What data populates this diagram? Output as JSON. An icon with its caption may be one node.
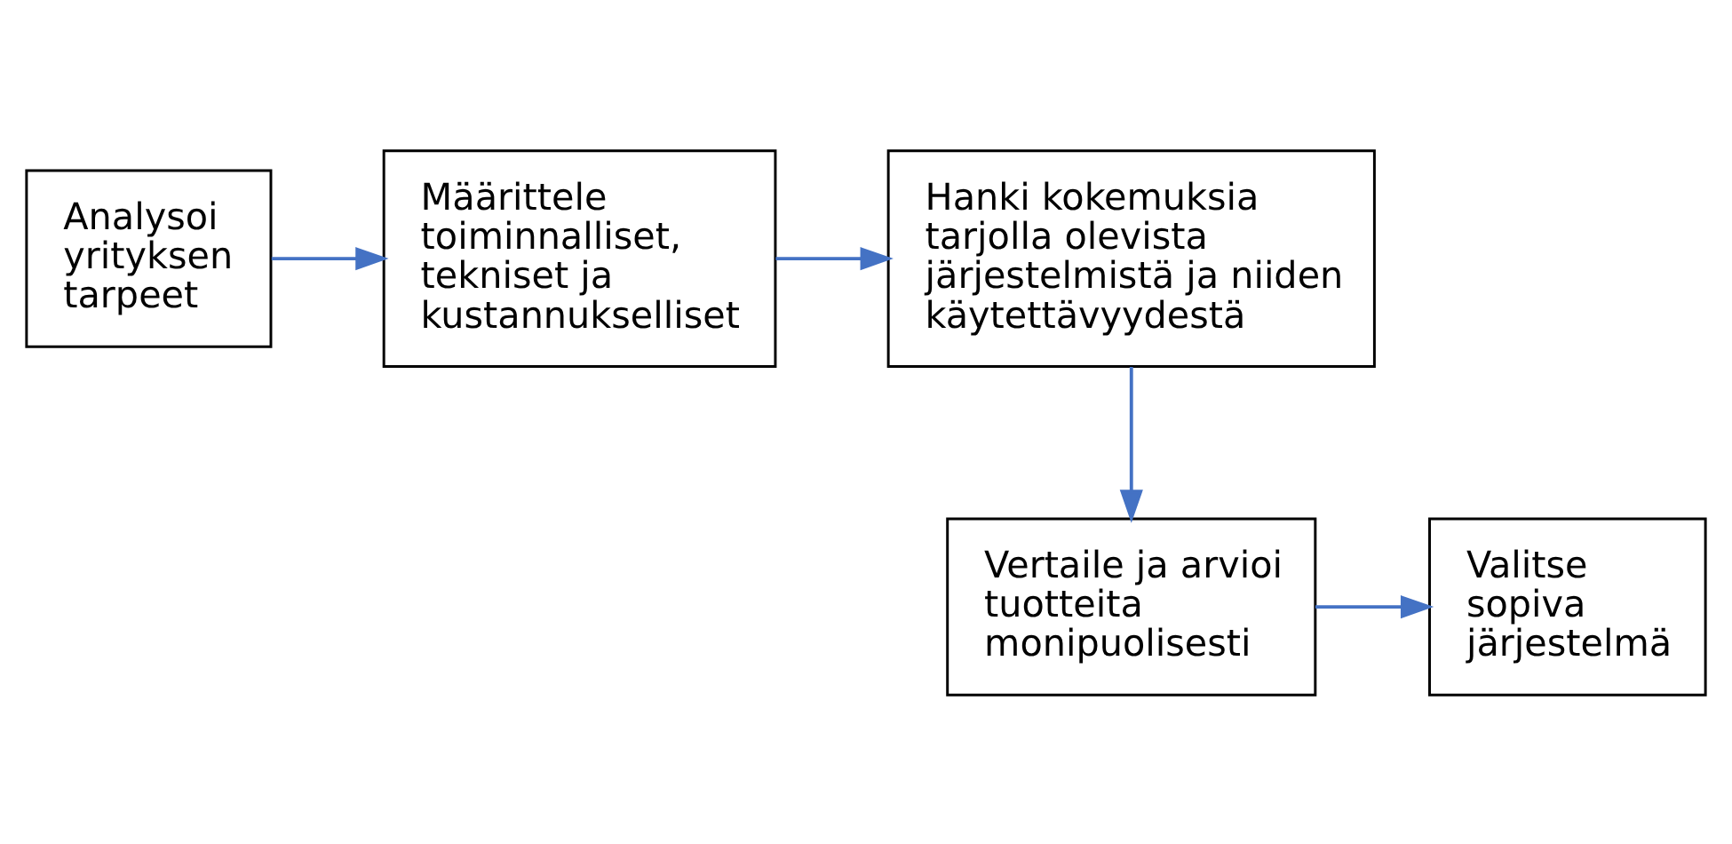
{
  "diagram": {
    "nodes": [
      {
        "text": [
          "Analysoi yrityksen tarpeet"
        ]
      },
      {
        "text": [
          "Määrittele toiminnalliset, tekniset ja kustannukselliset"
        ]
      },
      {
        "text": [
          "Hanki kokemuksia tarjolla olevista järjestelmistä ja niiden käytettävyydestä"
        ]
      },
      {
        "text": [
          "Valitse sopiva järjestelmä"
        ]
      },
      {
        "text": [
          "Vertaile ja arvioi tuotteita monipuolisesti"
        ]
      }
    ],
    "edges": [
      {
        "from": 0,
        "to": 1,
        "arrow": "to"
      },
      {
        "from": 1,
        "to": 2,
        "arrow": "to"
      },
      {
        "from": 2,
        "to": 4,
        "arrow": "to"
      },
      {
        "from": 4,
        "to": 3,
        "arrow": "to"
      }
    ]
  }
}
